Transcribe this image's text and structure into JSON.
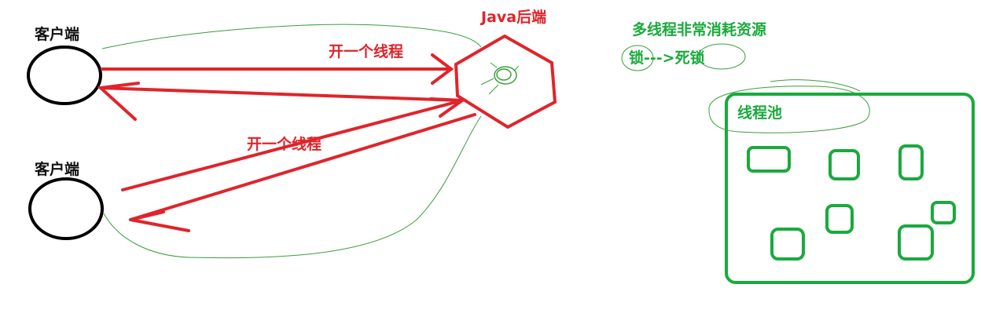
{
  "client_top_label": "客户端",
  "client_bottom_label": "客户端",
  "server_label": "Java后端",
  "thread_label_top": "开一个线程",
  "thread_label_bottom": "开一个线程",
  "note_resource": "多线程非常消耗资源",
  "note_lock": "锁--->死锁",
  "pool_label": "线程池",
  "colors": {
    "client": "#000000",
    "server": "#e0242b",
    "arrow": "#e0242b",
    "note": "#1aaa3c",
    "scribble": "#3a9e3a"
  }
}
